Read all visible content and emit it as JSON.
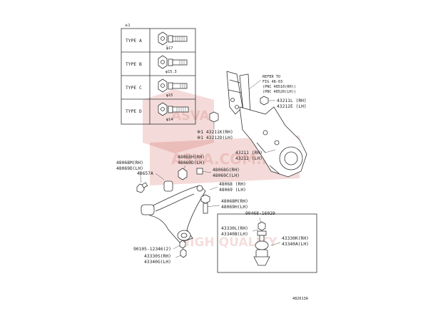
{
  "header_mark": "※1",
  "type_table": [
    {
      "label": "TYPE A",
      "dia": "φ17"
    },
    {
      "label": "TYPE B",
      "dia": "φ15.3"
    },
    {
      "label": "TYPE C",
      "dia": "φ15"
    },
    {
      "label": "TYPE D",
      "dia": "φ14"
    }
  ],
  "refer": [
    "REFER TO",
    "FIG 48-03",
    "(PNC 48510(RH))",
    "(PNC 48520(LH))"
  ],
  "labels": {
    "p43211L": "43211L (RH)",
    "p43212E": "43212E (LH)",
    "p43211K": "※1 43211K(RH)",
    "p43212D": "※1 43212D(LH)",
    "p43211": "43211 (RH)",
    "p43212": "43212 (LH)",
    "p48068H": "48068H(RH)",
    "p48069D": "48069D(LH)",
    "p48068M": "48068M(RH)",
    "p48069D2": "48069D(LH)",
    "p48657A": "48657A",
    "p48068G": "48068G(RH)",
    "p48069C": "48069C(LH)",
    "p48068": "48068 (RH)",
    "p48069": "48069 (LH)",
    "p48068M2": "48068M(RH)",
    "p48069H": "48069H(LH)",
    "p90468": "90468-16029",
    "p43330L": "43330L(RH)",
    "p43340B": "43340B(LH)",
    "p43330K": "43330K(RH)",
    "p43340A": "43340A(LH)",
    "p90105": "90105-12346(2)",
    "p43330S": "43330S(RH)",
    "p43340G": "43340G(LH)"
  },
  "figure_id": "482613A",
  "watermark": {
    "url": "ASVA.COM.RU",
    "slogan": "HIGH QUALITY",
    "brand": "ASVA",
    "color": "#c0392b"
  }
}
